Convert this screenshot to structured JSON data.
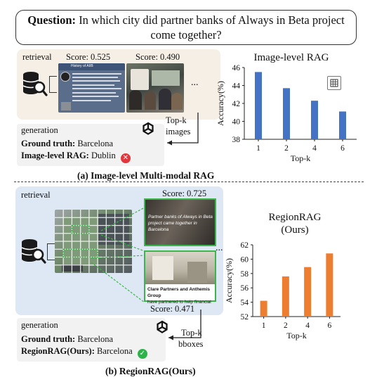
{
  "question": {
    "label": "Question:",
    "text": "In which city did partner banks of Always in Beta project come together?"
  },
  "panel_a": {
    "retrieval_label": "retrieval",
    "scores": [
      "Score: 0.525",
      "Score: 0.490"
    ],
    "ellipsis": "...",
    "slide_title": "History of AIIB",
    "topk_label_line1": "Top-k",
    "topk_label_line2": "images",
    "generation_label": "generation",
    "ground_truth_label": "Ground truth:",
    "ground_truth_value": "Barcelona",
    "answer_label": "Image-level RAG:",
    "answer_value": "Dublin",
    "answer_status": "wrong",
    "caption": "(a) Image-level Multi-modal RAG"
  },
  "panel_b": {
    "retrieval_label": "retrieval",
    "scores": [
      "Score: 0.725",
      "Score: 0.471"
    ],
    "ellipsis": "...",
    "crop1_text": "Partner banks of Always in Beta project came together in Barcelona",
    "crop2_text_bold": "Clare Partners and Anthemis Group",
    "crop2_text": "have partnered to help financial",
    "topk_label_line1": "Top-k",
    "topk_label_line2": "bboxes",
    "generation_label": "generation",
    "ground_truth_label": "Ground truth:",
    "ground_truth_value": "Barcelona",
    "answer_label": "RegionRAG(Ours):",
    "answer_value": "Barcelona",
    "answer_status": "correct",
    "caption": "(b) RegionRAG(Ours)"
  },
  "chart_data": [
    {
      "type": "bar",
      "title": "Image-level RAG",
      "xlabel": "Top-k",
      "ylabel": "Accuracy(%)",
      "categories": [
        "1",
        "2",
        "4",
        "6"
      ],
      "values": [
        45.5,
        43.7,
        42.3,
        41.1
      ],
      "ylim": [
        38,
        46
      ],
      "yticks": [
        38,
        40,
        42,
        44,
        46
      ],
      "color": "#4472c4"
    },
    {
      "type": "bar",
      "title": "RegionRAG (Ours)",
      "title_lines": [
        "RegionRAG",
        "(Ours)"
      ],
      "xlabel": "Top-k",
      "ylabel": "Accuracy(%)",
      "categories": [
        "1",
        "2",
        "4",
        "6"
      ],
      "values": [
        54.2,
        57.6,
        58.9,
        60.8
      ],
      "ylim": [
        52,
        62
      ],
      "yticks": [
        52,
        54,
        56,
        58,
        60,
        62
      ],
      "color": "#ed7d31"
    }
  ],
  "colors": {
    "wrong": "#e0363c",
    "correct": "#2db34a",
    "panel_a_bg": "#f5efe6",
    "panel_b_bg": "#dde8f4"
  }
}
